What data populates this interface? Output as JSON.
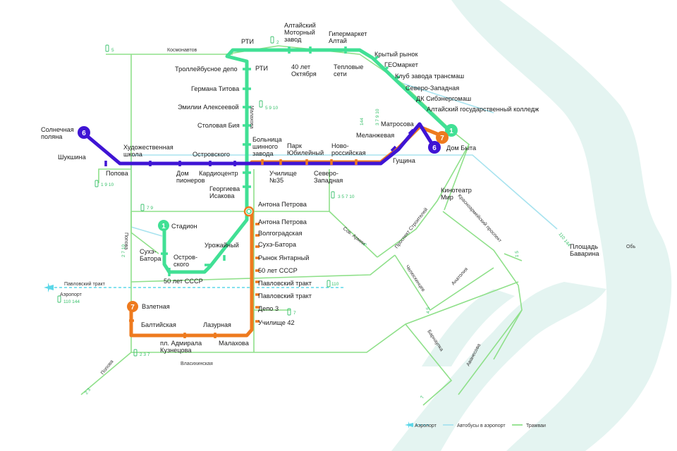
{
  "colors": {
    "river": "#e4f4f1",
    "tram": "#8fe08a",
    "route1": "#41e095",
    "route6": "#3f14d4",
    "route7": "#ee7a1e",
    "air": "#5cd7e8",
    "airport_bus": "#a8e3ef"
  },
  "badges": {
    "r6_west": "6",
    "r1_east": "1",
    "r7_east": "7",
    "r6_east": "6",
    "r1_stadium": "1",
    "r7_south": "7"
  },
  "stations": {
    "solnechnaya": "Солнечная\nполяна",
    "shukshina": "Шукшина",
    "popova_n": "Попова",
    "khud_shkola": "Художественная\nшкола",
    "dom_pionerov": "Дом\nпионеров",
    "ostrovskogo_n": "Островского",
    "kardiocentr": "Кардиоцентр",
    "georgieva": "Георгиева\nИсакова",
    "rti_top": "РТИ",
    "rti_mid": "РТИ",
    "trolleybus_depo": "Троллейбусное депо",
    "germana": "Германа Титова",
    "emilii": "Эмилии Алексеевой",
    "stolovaya": "Столовая Бия",
    "altai_motor": "Алтайский\nМоторный\nзавод",
    "hypermarket": "Гипермаркет\nАлтай",
    "oktyabrya": "40 лет\nОктября",
    "teplovye": "Тепловые\nсети",
    "krytyi": "Крытый рынок",
    "geomarket": "ГЕОмаркет",
    "klub": "Клуб завода трансмаш",
    "severo_zap_ne": "Северо-Западная",
    "dk": "ДК Сибэнергомаш",
    "agk": "Алтайский государственный колледж",
    "matrosova": "Матросова",
    "melanzh": "Меланжевая",
    "dom_byta": "Дом Быта",
    "guschina": "Гущина",
    "bolnica": "Больница\nшинного\nзавода",
    "park": "Парк\nЮбилейный",
    "novoros": "Ново-\nроссийская",
    "uchilische35": "Училище\n№35",
    "severo_zap": "Северо-\nЗападная",
    "antona1": "Антона Петрова",
    "antona2": "Антона Петрова",
    "volgograd": "Волгоградская",
    "sukhe_r": "Сухэ-Батора",
    "rynok": "Рынок Янтарный",
    "let50_r": "50 лет СССР",
    "pavl1": "Павловский тракт",
    "pavl2": "Павловский тракт",
    "depo3": "Депо 3",
    "uchilische42": "Училище 42",
    "stadion": "Стадион",
    "sukhe_l": "Сухэ-\nБатора",
    "ostrov_l": "Остров-\nского",
    "urozh": "Урожайный",
    "let50_l": "50 лет СССР",
    "vzletnaya": "Взлетная",
    "baltiyskaya": "Балтийская",
    "lazurnaya": "Лазурная",
    "admirala": "пл. Адмирала\nКузнецова",
    "malakhova_s": "Малахова",
    "kinoteatr": "Кинотеатр\nМир",
    "pl_bavarina": "Площадь\nБаварина"
  },
  "streets": {
    "kosmonavtov": "Космонавтов",
    "antona_st": "Антона Петрова",
    "pavlovsky": "Павловский тракт",
    "airport": "Аэропорт",
    "vlasikhinskaya": "Власихинская",
    "popova_v": "Попова",
    "popova_sw": "Попова",
    "malakhova_v": "Малахова",
    "sov_armii": "Сов. Армии",
    "stroiteley": "Проспект Строителей",
    "krasnoarm": "Красноармейский проспект",
    "chelyuskincev": "Челюскинцев",
    "anatoliya": "Анатолия",
    "barnaulka": "Барнаулка",
    "avanesova": "Аванесова",
    "ob": "Обь"
  },
  "tram_labels": {
    "t_kosm": "5",
    "t_rti": "2",
    "t_malakh": "5 9 10",
    "t_144": "144",
    "t_3710": "3 7 9 10",
    "t_popova": "1 9 10",
    "t_79": "7 9",
    "t_3571": "3 5 7 10",
    "t_sov": "5",
    "t_2710": "2 7 10",
    "t_airbus": "110 144",
    "t_110": "110",
    "t_depo7": "7",
    "t_237": "2 3 7",
    "t_23": "2 3",
    "t_45": "4 5",
    "t_15": "1 5",
    "t_110144": "110 144",
    "t_7s": "7"
  },
  "legend": {
    "air": "Аэропорт",
    "bus": "Автобусы в аэропорт",
    "tram": "Трамваи"
  }
}
